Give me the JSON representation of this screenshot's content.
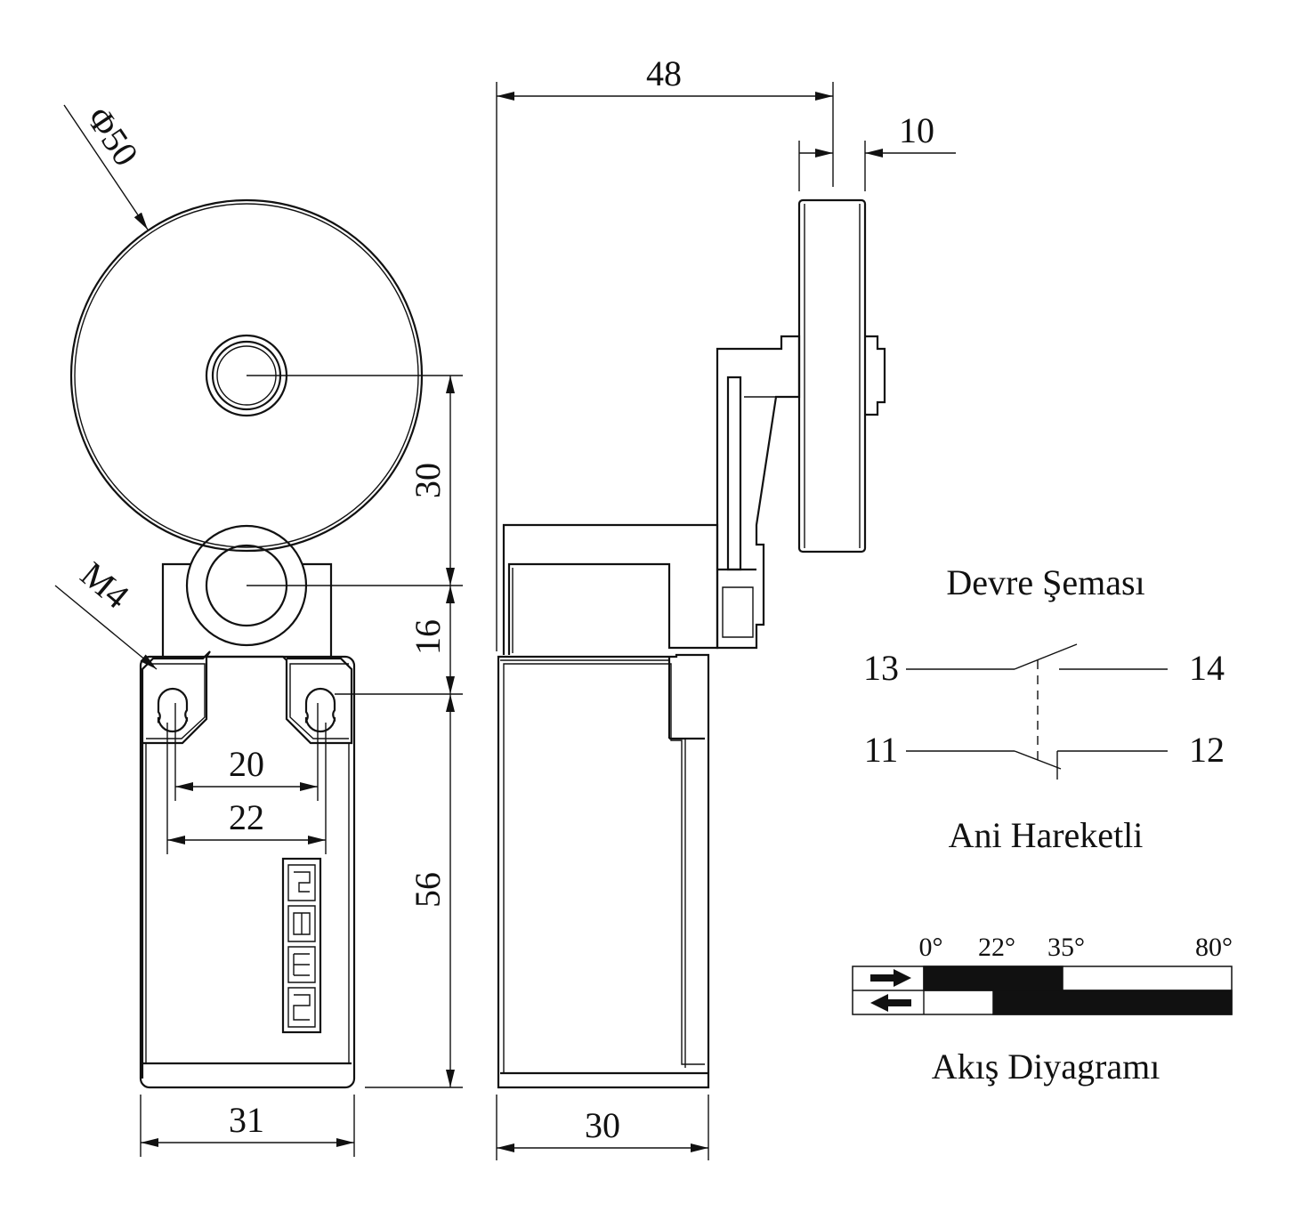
{
  "dimensions": {
    "front_width": "31",
    "wheel_diameter": "Φ50",
    "mount_thread": "M4",
    "hole_spacing_inner": "20",
    "hole_spacing_outer": "22",
    "wheel_to_pivot": "30",
    "pivot_to_holes": "16",
    "holes_to_base": "56",
    "side_total_width": "48",
    "wheel_thickness": "10",
    "side_body_width": "30"
  },
  "circuit": {
    "title": "Devre Şeması",
    "terminal_13": "13",
    "terminal_14": "14",
    "terminal_11": "11",
    "terminal_12": "12",
    "caption": "Ani Hareketli"
  },
  "flow": {
    "title": "Akış Diyagramı",
    "angles": [
      "0°",
      "22°",
      "35°",
      "80°"
    ],
    "forward_on": [
      0,
      35
    ],
    "reverse_on": [
      22,
      80
    ],
    "range": [
      0,
      80
    ]
  },
  "logo_text": "EMAS"
}
